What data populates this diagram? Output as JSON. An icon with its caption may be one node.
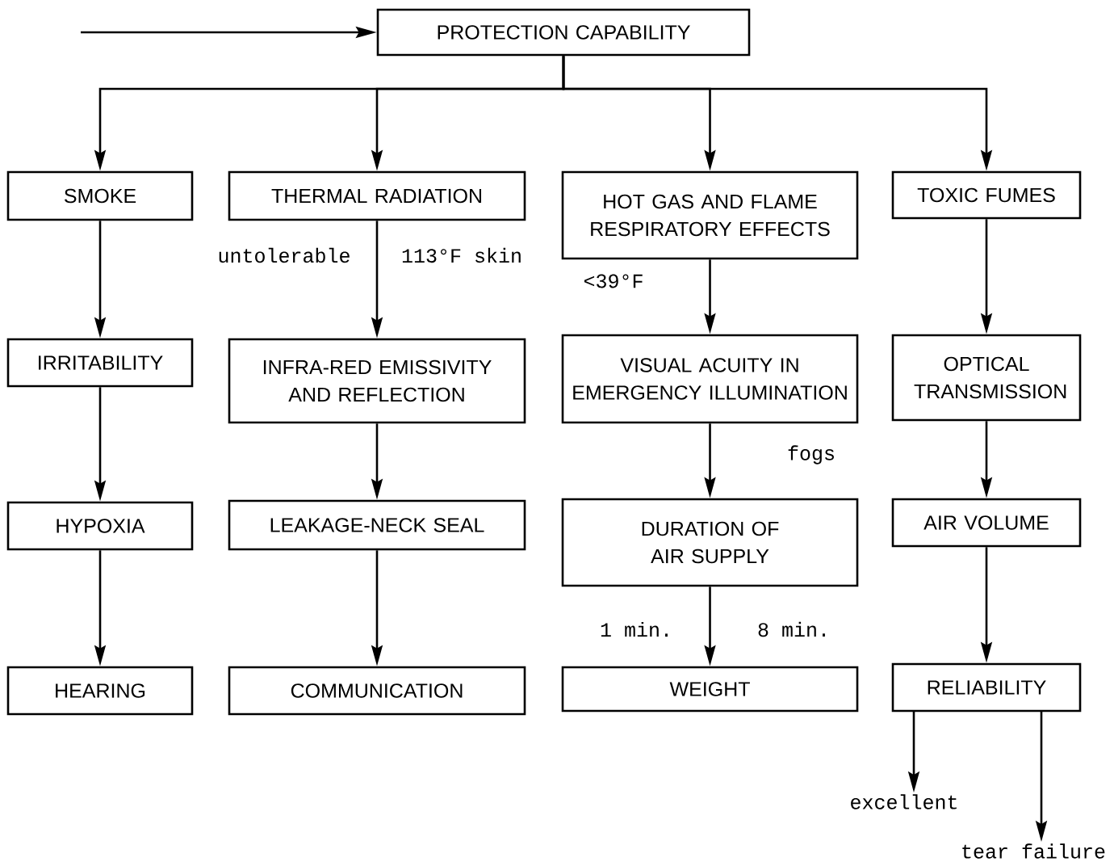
{
  "diagram": {
    "nodes": [
      {
        "text": [
          "PROTECTION CAPABILITY"
        ]
      },
      {
        "text": [
          "SMOKE"
        ]
      },
      {
        "text": [
          "THERMAL RADIATION"
        ]
      },
      {
        "text": [
          "HOT GAS AND FLAME RESPIRATORY EFFECTS"
        ]
      },
      {
        "text": [
          "TOXIC FUMES"
        ]
      },
      {
        "text": [
          "IRRITABILITY"
        ]
      },
      {
        "text": [
          "INFRA-RED EMISSIVITY AND REFLECTION"
        ]
      },
      {
        "text": [
          "VISUAL ACUITY IN EMERGENCY ILLUMINATION"
        ]
      },
      {
        "text": [
          "OPTICAL TRANSMISSION"
        ]
      },
      {
        "text": [
          "HYPOXIA"
        ]
      },
      {
        "text": [
          "LEAKAGE-NECK SEAL"
        ]
      },
      {
        "text": [
          "DURATION OF AIR SUPPLY"
        ]
      },
      {
        "text": [
          "AIR VOLUME"
        ]
      },
      {
        "text": [
          "HEARING"
        ]
      },
      {
        "text": [
          "COMMUNICATION"
        ]
      },
      {
        "text": [
          "WEIGHT"
        ]
      },
      {
        "text": [
          "RELIABILITY"
        ]
      },
      {
        "text": [
          "excellent"
        ]
      },
      {
        "text": [
          "tear failure"
        ]
      }
    ],
    "edges": [
      {
        "from": null,
        "to": 0,
        "arrow": "to"
      },
      {
        "from": 0,
        "to": 1,
        "arrow": "to"
      },
      {
        "from": 0,
        "to": 2,
        "arrow": "to"
      },
      {
        "from": 0,
        "to": 3,
        "arrow": "to"
      },
      {
        "from": 0,
        "to": 4,
        "arrow": "to"
      },
      {
        "from": 1,
        "to": 5,
        "arrow": "to"
      },
      {
        "from": 5,
        "to": 9,
        "arrow": "to"
      },
      {
        "from": 9,
        "to": 13,
        "arrow": "to"
      },
      {
        "from": 2,
        "to": 6,
        "arrow": "to"
      },
      {
        "from": 6,
        "to": 10,
        "arrow": "to"
      },
      {
        "from": 10,
        "to": 14,
        "arrow": "to"
      },
      {
        "from": 3,
        "to": 7,
        "arrow": "to"
      },
      {
        "from": 7,
        "to": 11,
        "arrow": "to"
      },
      {
        "from": 11,
        "to": 15,
        "arrow": "to"
      },
      {
        "from": 4,
        "to": 8,
        "arrow": "to"
      },
      {
        "from": 8,
        "to": 12,
        "arrow": "to"
      },
      {
        "from": 12,
        "to": 16,
        "arrow": "to"
      },
      {
        "from": 16,
        "to": 17,
        "arrow": "to"
      },
      {
        "from": 16,
        "to": 18,
        "arrow": "to"
      }
    ],
    "labels": [
      "untolerable",
      "113°F skin",
      "<39°F",
      "fogs",
      "1 min.",
      "8 min."
    ]
  }
}
